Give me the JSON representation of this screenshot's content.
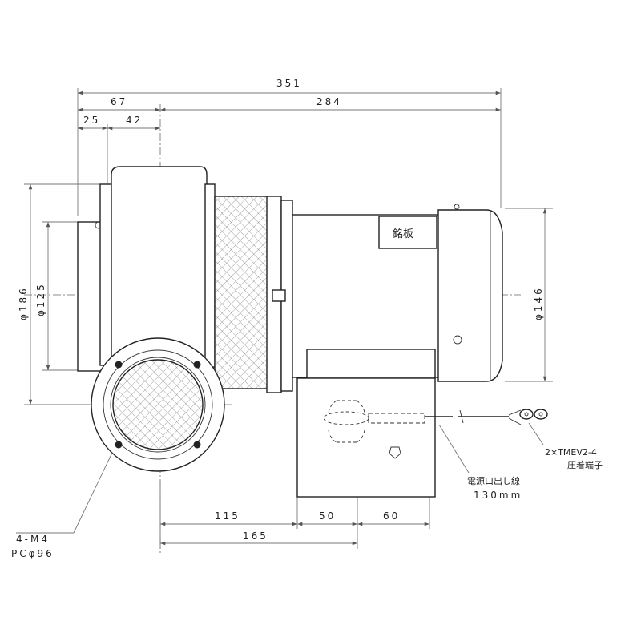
{
  "dimensions": {
    "total_length": "351",
    "left_section": "67",
    "motor_section": "284",
    "flange_offset": "25",
    "flange_to_center": "42",
    "outlet_diameter": "φ186",
    "inlet_diameter": "φ125",
    "motor_diameter": "φ146",
    "base_center_offset": "115",
    "base_mid": "50",
    "base_right": "60",
    "base_total": "165"
  },
  "labels": {
    "nameplate": "銘板",
    "terminal": "2×TMEV2-4",
    "terminal_type": "圧着端子",
    "power_lead": "電源口出し線",
    "lead_length": "130mm",
    "bolt_spec": "4-M4",
    "bolt_pcd": "PCφ96"
  },
  "colors": {
    "line": "#222222",
    "dimension": "#777777",
    "background": "#ffffff"
  }
}
